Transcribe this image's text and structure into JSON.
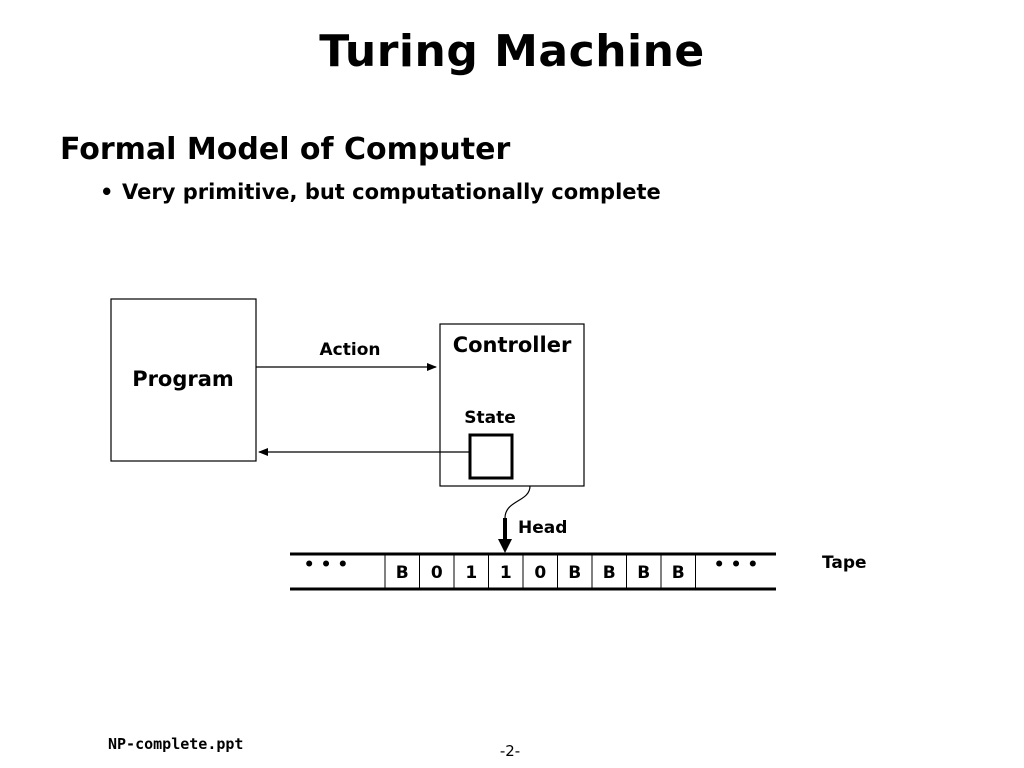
{
  "slide": {
    "title": "Turing Machine",
    "heading": "Formal Model of Computer",
    "bullet": "Very primitive, but computationally complete",
    "bullet_marker": "•"
  },
  "diagram": {
    "program_label": "Program",
    "action_label": "Action",
    "controller_label": "Controller",
    "state_label": "State",
    "head_label": "Head",
    "tape_label": "Tape",
    "tape_cells": [
      "B",
      "0",
      "1",
      "1",
      "0",
      "B",
      "B",
      "B",
      "B"
    ],
    "tape_ellipsis_left": "• • •",
    "tape_ellipsis_right": "• • •"
  },
  "footer": {
    "filename": "NP-complete.ppt",
    "page": "-2-"
  }
}
